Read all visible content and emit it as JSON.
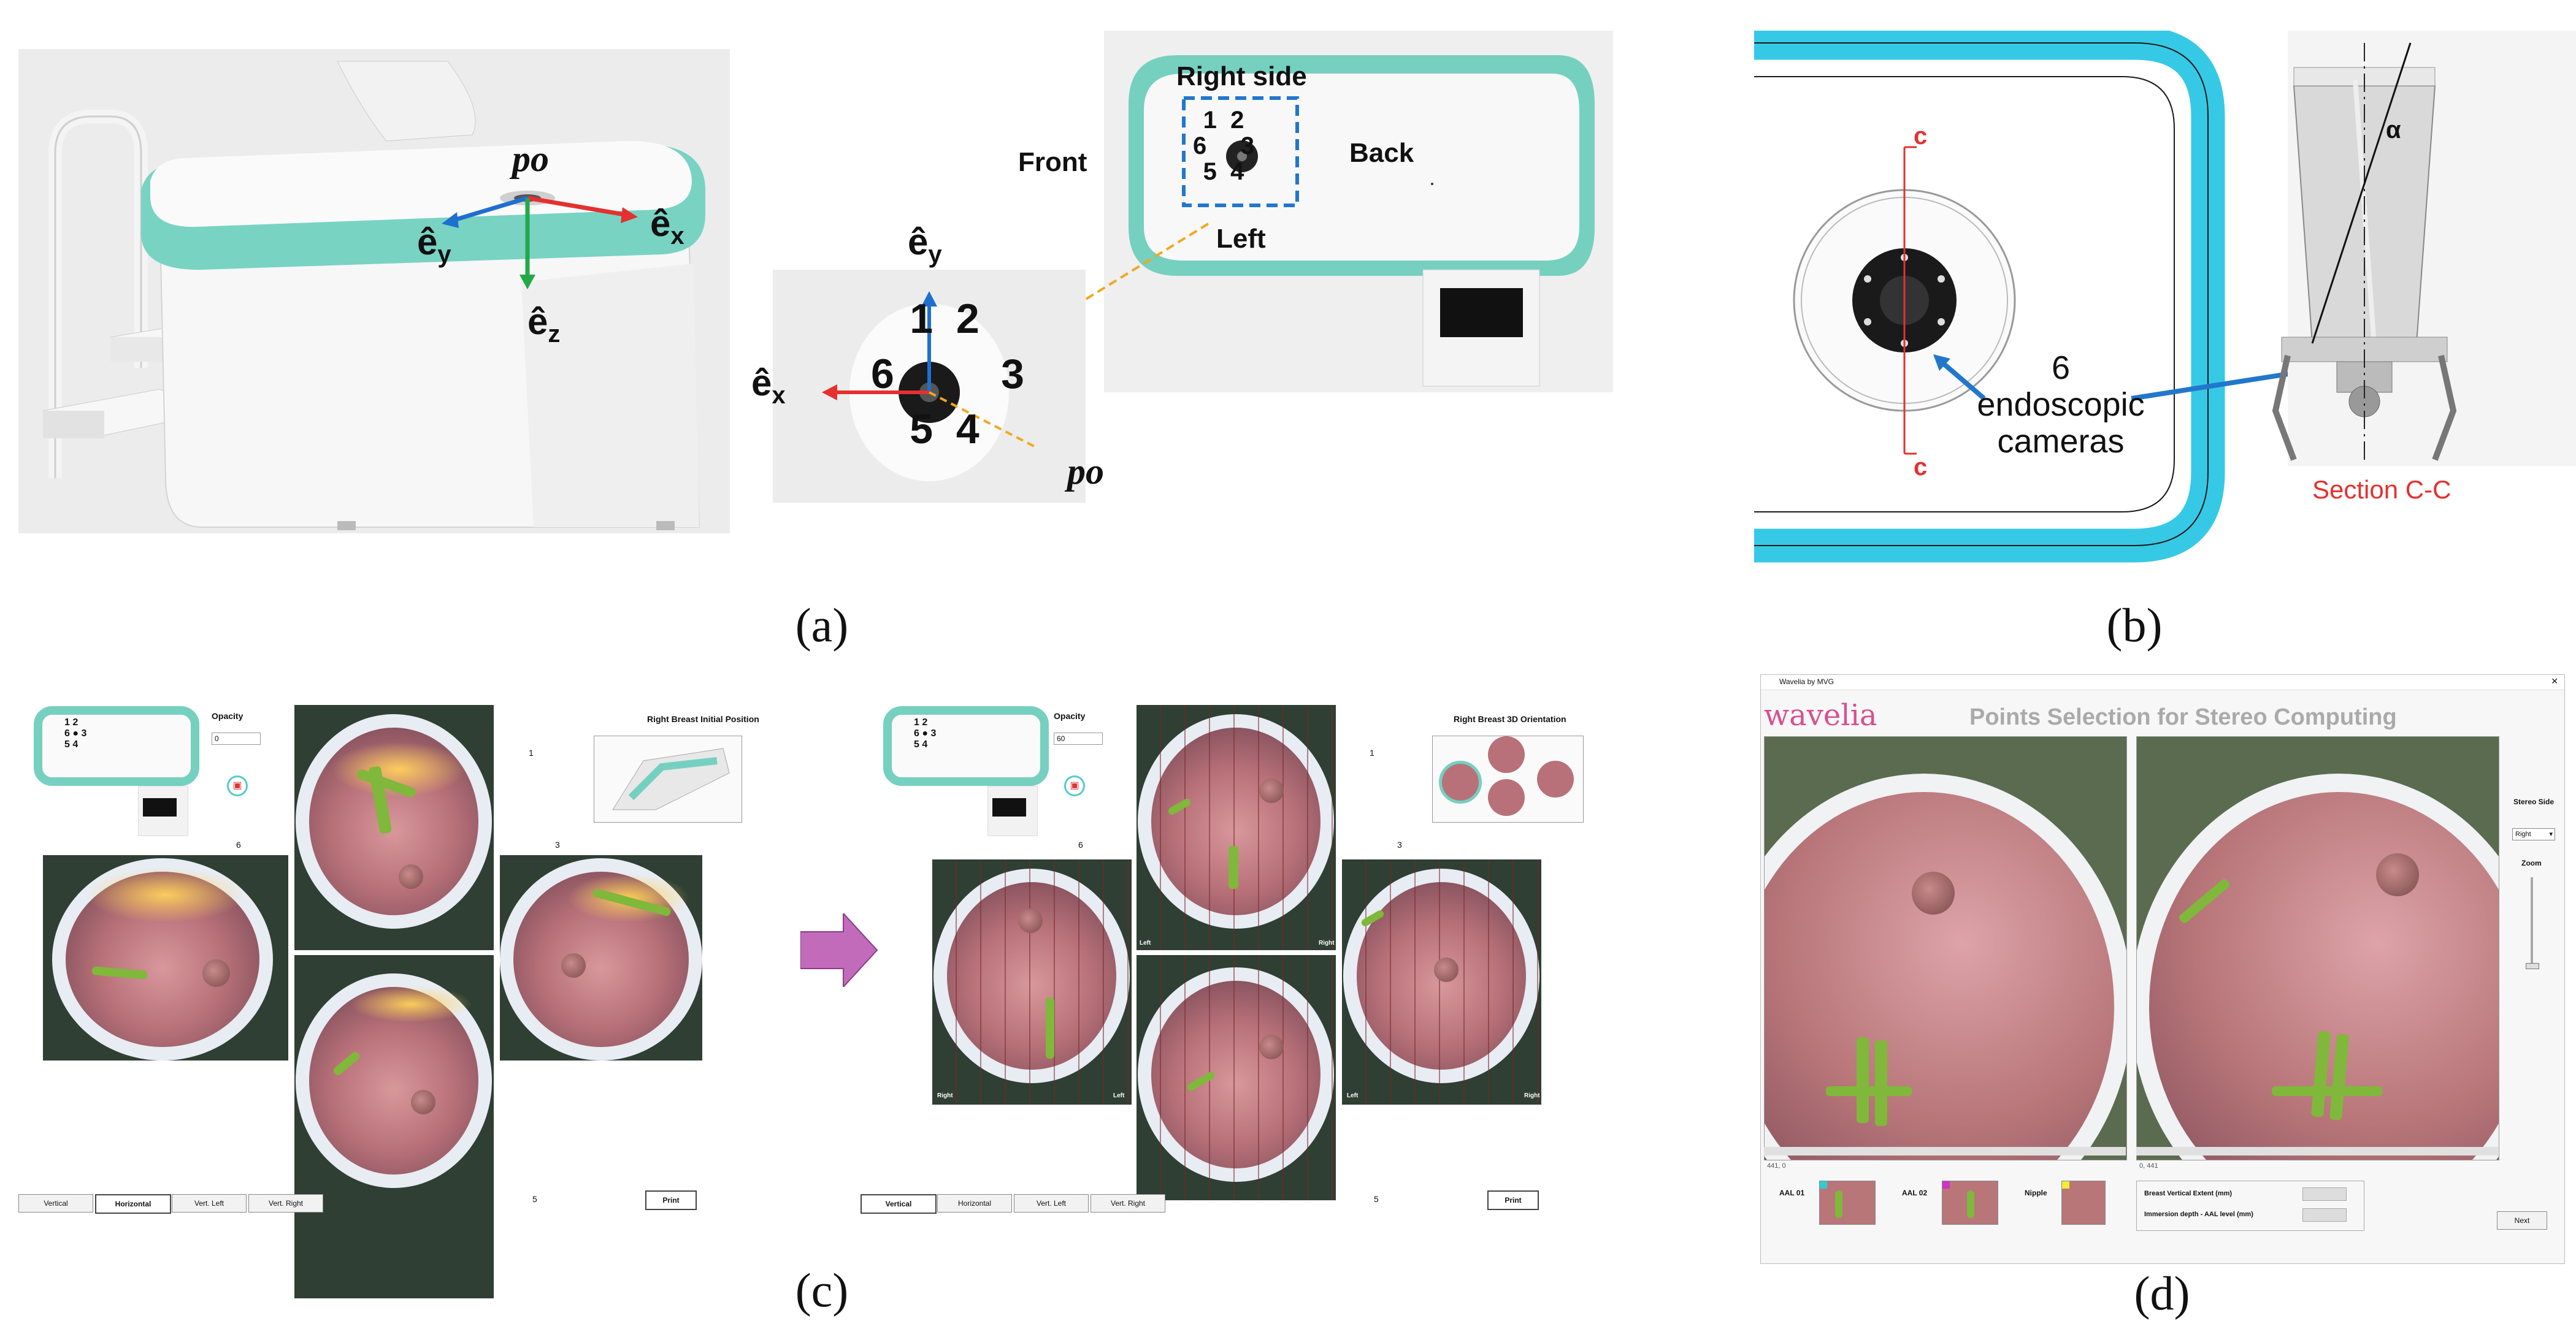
{
  "panels": {
    "a": {
      "label": "(a)",
      "texts": {
        "po_top": "po",
        "ey_top": "ê",
        "ey_sub": "y",
        "ex_top": "ê",
        "ex_sub": "x",
        "ez_top": "ê",
        "ez_sub": "z",
        "right_side": "Right side",
        "front": "Front",
        "back": "Back",
        "left": "Left",
        "ey2": "ê",
        "ey2_sub": "y",
        "ex2": "ê",
        "ex2_sub": "x",
        "po2": "po",
        "cam_small": [
          "1",
          "2",
          "6",
          "3",
          "5",
          "4"
        ],
        "cam_big": [
          "1",
          "2",
          "6",
          "3",
          "5",
          "4"
        ]
      }
    },
    "b": {
      "label": "(b)",
      "texts": {
        "c_top": "c",
        "c_bottom": "c",
        "cameras_line1": "6",
        "cameras_line2": "endoscopic",
        "cameras_line3": "cameras",
        "alpha": "α",
        "section": "Section C-C"
      }
    },
    "c": {
      "label": "(c)",
      "left": {
        "opacity_label": "Opacity",
        "opacity_value": "0",
        "title": "Right Breast Initial Position",
        "nums": {
          "n1": "1",
          "n3": "3",
          "n5": "5",
          "n6": "6"
        },
        "mini_cams": [
          "1 2",
          "6",
          "3",
          "5 4"
        ],
        "buttons": [
          "Vertical",
          "Horizontal",
          "Vert. Left",
          "Vert. Right"
        ],
        "selected": "Horizontal",
        "print": "Print"
      },
      "right": {
        "opacity_label": "Opacity",
        "opacity_value": "60",
        "title": "Right Breast 3D Orientation",
        "nums": {
          "n1": "1",
          "n3": "3",
          "n5": "5",
          "n6": "6"
        },
        "mini_cams": [
          "1 2",
          "6",
          "3",
          "5 4"
        ],
        "buttons": [
          "Vertical",
          "Horizontal",
          "Vert. Left",
          "Vert. Right"
        ],
        "selected": "Vertical",
        "print": "Print",
        "corner_labels": [
          "Right",
          "Left",
          "Right",
          "Left",
          "Left",
          "Right"
        ]
      }
    },
    "d": {
      "label": "(d)",
      "window_title": "Wavelia by MVG",
      "logo": "wavelia",
      "heading": "Points Selection for Stereo Computing",
      "stereo_side_label": "Stereo Side",
      "stereo_side_value": "Right",
      "zoom_label": "Zoom",
      "coord_left": "441, 0",
      "coord_right": "0, 441",
      "aal01": "AAL 01",
      "aal02": "AAL 02",
      "nipple": "Nipple",
      "extent_label": "Breast Vertical Extent (mm)",
      "immersion_label": "Immersion depth - AAL level (mm)",
      "next": "Next",
      "close": "✕"
    }
  },
  "colors": {
    "teal": "#6fcfbf",
    "cyan": "#36c9e6",
    "red_axis": "#e53030",
    "green_axis": "#22a84a",
    "blue_axis": "#1f6fd1",
    "orange_dash": "#f0a820",
    "blue_dash": "#2277cc",
    "arrow_purple": "#c36bbb",
    "logo_pink": "#d94f8f"
  }
}
